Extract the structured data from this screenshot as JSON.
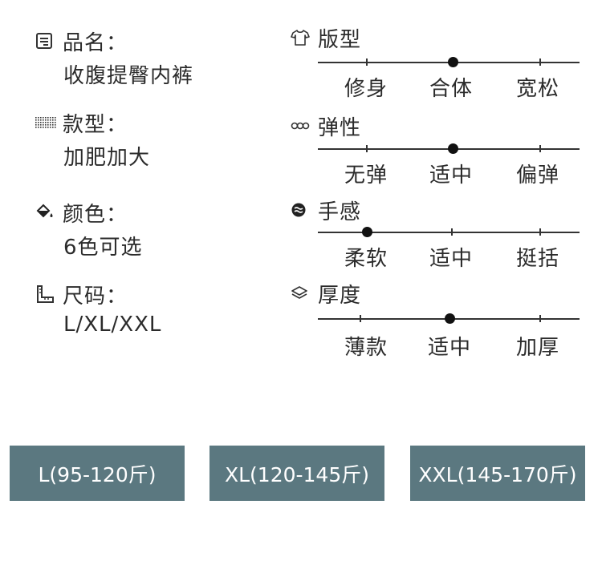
{
  "info": [
    {
      "label": "品名：",
      "value": "收腹提臀内裤",
      "icon": "document-icon"
    },
    {
      "label": "款型：",
      "value": "加肥加大",
      "icon": "pattern-icon"
    },
    {
      "label": "颜色：",
      "value": "6色可选",
      "icon": "paint-bucket-icon"
    },
    {
      "label": "尺码：",
      "value": "L/XL/XXL",
      "icon": "ruler-icon"
    }
  ],
  "scales": [
    {
      "title": "版型",
      "icon": "tshirt-icon",
      "options": [
        "修身",
        "合体",
        "宽松"
      ],
      "selected_index": 1
    },
    {
      "title": "弹性",
      "icon": "stretch-icon",
      "options": [
        "无弹",
        "适中",
        "偏弹"
      ],
      "selected_index": 1
    },
    {
      "title": "手感",
      "icon": "feel-icon",
      "options": [
        "柔软",
        "适中",
        "挺括"
      ],
      "selected_index": 0
    },
    {
      "title": "厚度",
      "icon": "layers-icon",
      "options": [
        "薄款",
        "适中",
        "加厚"
      ],
      "selected_index": 1
    }
  ],
  "sizes": [
    "L(95-120斤)",
    "XL(120-145斤)",
    "XXL(145-170斤)"
  ],
  "colors": {
    "button_bg": "#5b7880",
    "button_text": "#ffffff",
    "text": "#2b2b2b"
  }
}
